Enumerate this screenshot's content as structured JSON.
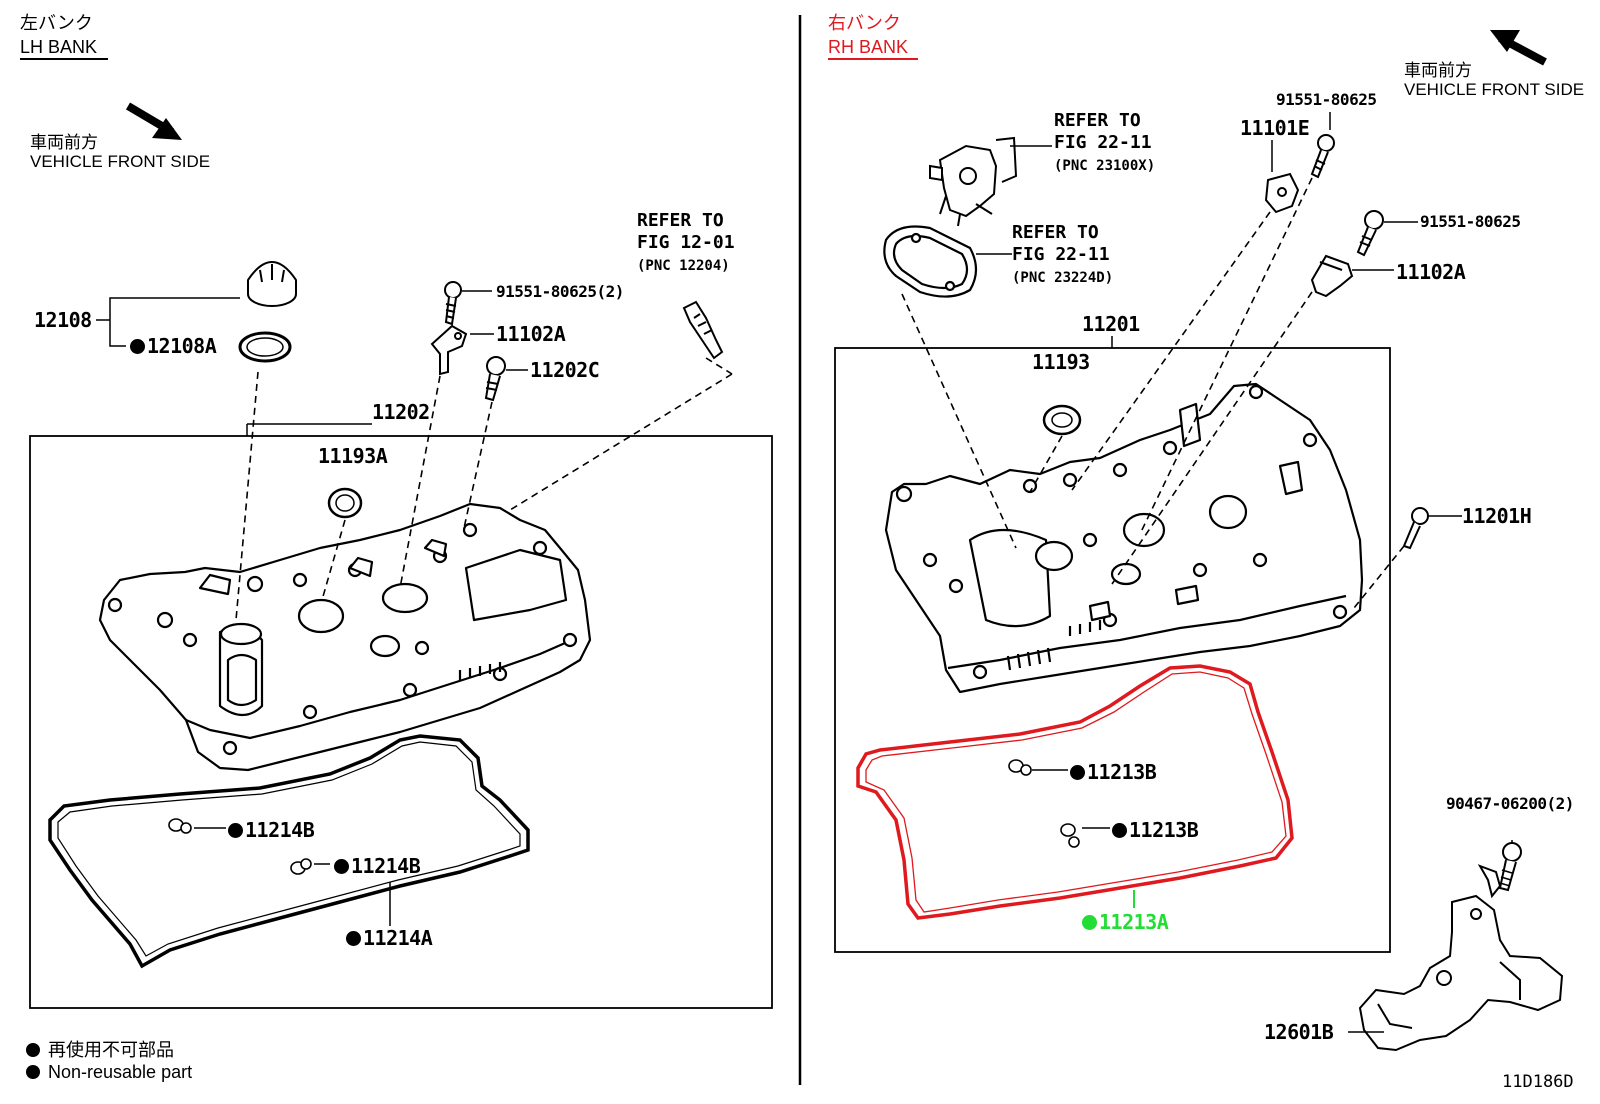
{
  "left": {
    "bank_jp": "左バンク",
    "bank_en": "LH BANK",
    "front_jp": "車両前方",
    "front_en": "VEHICLE FRONT SIDE",
    "refer": {
      "line1": "REFER TO",
      "line2": "FIG 12-01",
      "pnc": "(PNC 12204)"
    },
    "parts": {
      "p12108": "12108",
      "p12108A": "12108A",
      "p91551": "91551-80625(2)",
      "p11102A": "11102A",
      "p11202C": "11202C",
      "p11202": "11202",
      "p11193A": "11193A",
      "p11214B_1": "11214B",
      "p11214B_2": "11214B",
      "p11214A": "11214A"
    }
  },
  "right": {
    "bank_jp": "右バンク",
    "bank_en": "RH BANK",
    "front_jp": "車両前方",
    "front_en": "VEHICLE FRONT SIDE",
    "refer1": {
      "line1": "REFER TO",
      "line2": "FIG 22-11",
      "pnc": "(PNC 23100X)"
    },
    "refer2": {
      "line1": "REFER TO",
      "line2": "FIG 22-11",
      "pnc": "(PNC 23224D)"
    },
    "parts": {
      "p91551_top": "91551-80625",
      "p11101E": "11101E",
      "p91551_mid": "91551-80625",
      "p11102A": "11102A",
      "p11201": "11201",
      "p11193": "11193",
      "p11201H": "11201H",
      "p11213B_1": "11213B",
      "p11213B_2": "11213B",
      "p11213A": "11213A",
      "p90467": "90467-06200(2)",
      "p12601B": "12601B"
    }
  },
  "legend": {
    "jp": "再使用不可部品",
    "en": "Non-reusable part"
  },
  "figure_code": "11D186D",
  "colors": {
    "highlight_red": "#e0191e",
    "highlight_green": "#22dd33",
    "ink": "#000000"
  }
}
